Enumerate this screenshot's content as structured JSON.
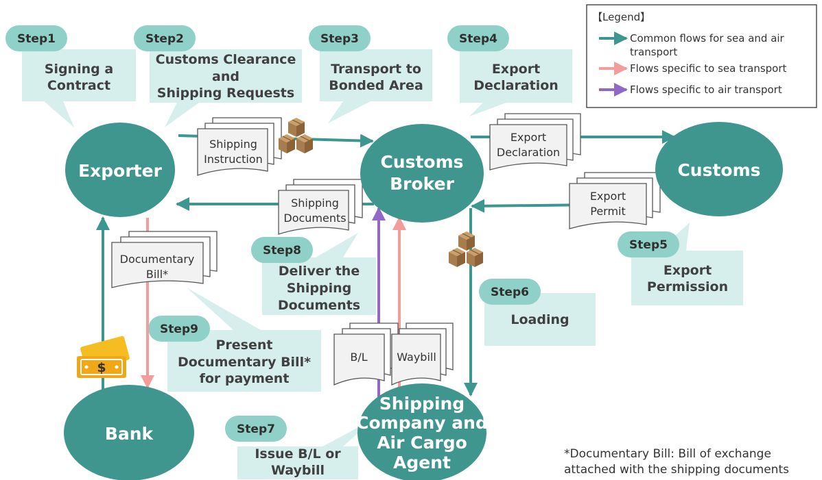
{
  "colors": {
    "teal": "#3b978f",
    "teal_node": "#3e968e",
    "callout_fill": "#d7efec",
    "badge_fill": "#8fd0c9",
    "sea_pink": "#f49b9b",
    "air_purple": "#9268c6",
    "doc_stroke": "#555555",
    "box_brown": "#a87d4e"
  },
  "legend": {
    "title": "【Legend】",
    "common": [
      "Common flows for sea and air",
      "transport"
    ],
    "sea": "Flows specific to sea transport",
    "air": "Flows specific to air transport"
  },
  "nodes": {
    "exporter": [
      "Exporter"
    ],
    "broker": [
      "Customs",
      "Broker"
    ],
    "customs": [
      "Customs"
    ],
    "bank": [
      "Bank"
    ],
    "shipping": [
      "Shipping",
      "Company and",
      "Air Cargo",
      "Agent"
    ]
  },
  "steps": {
    "step1": {
      "badge": "Step1",
      "lines": [
        "Signing a",
        "Contract"
      ]
    },
    "step2": {
      "badge": "Step2",
      "lines": [
        "Customs Clearance",
        "and",
        "Shipping Requests"
      ]
    },
    "step3": {
      "badge": "Step3",
      "lines": [
        "Transport to",
        "Bonded Area"
      ]
    },
    "step4": {
      "badge": "Step4",
      "lines": [
        "Export",
        "Declaration"
      ]
    },
    "step5": {
      "badge": "Step5",
      "lines": [
        "Export",
        "Permission"
      ]
    },
    "step6": {
      "badge": "Step6",
      "lines": [
        "Loading"
      ]
    },
    "step7": {
      "badge": "Step7",
      "lines": [
        "Issue B/L or",
        "Waybill"
      ]
    },
    "step8": {
      "badge": "Step8",
      "lines": [
        "Deliver the",
        "Shipping",
        "Documents"
      ]
    },
    "step9": {
      "badge": "Step9",
      "lines": [
        "Present",
        "Documentary Bill*",
        "for payment"
      ]
    }
  },
  "documents": {
    "shipping_instruction": [
      "Shipping",
      "Instruction"
    ],
    "export_declaration": [
      "Export",
      "Declaration"
    ],
    "shipping_documents": [
      "Shipping",
      "Documents"
    ],
    "export_permit": [
      "Export",
      "Permit"
    ],
    "documentary_bill": [
      "Documentary",
      "Bill*"
    ],
    "bl": [
      "B/L"
    ],
    "waybill": [
      "Waybill"
    ]
  },
  "icons": {
    "cargo": "cargo-boxes-icon",
    "money": "money-bills-icon",
    "dollar_symbol": "$"
  },
  "footnote": [
    "*Documentary Bill: Bill of exchange",
    "attached with the shipping documents"
  ]
}
